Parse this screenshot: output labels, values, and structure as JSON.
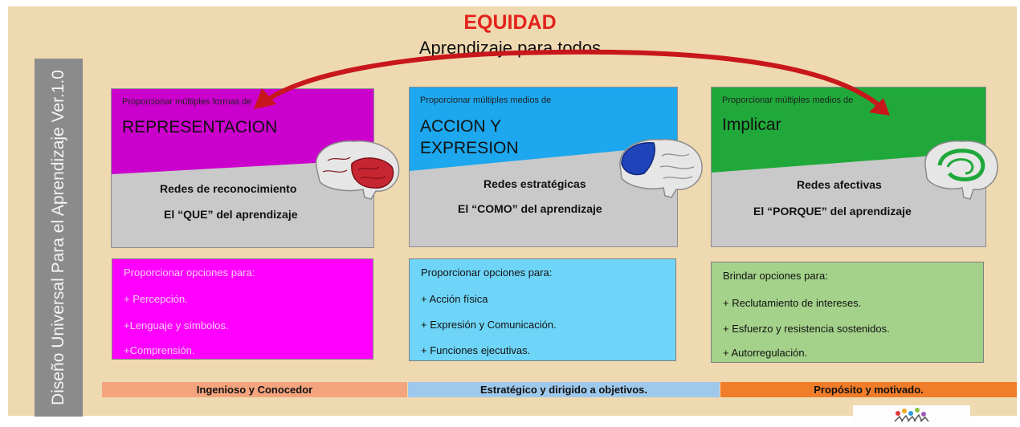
{
  "title": "EQUIDAD",
  "subtitle": "Aprendizaje para todos",
  "sidebar_label": "Diseño Universal Para el Aprendizaje Ver.1.0",
  "colors": {
    "background": "#efd9b1",
    "title": "#e3221b",
    "arrow": "#c8171c",
    "representation": "#cc00cc",
    "action": "#1ca7ee",
    "engagement": "#20a93a",
    "card_gray": "#c9c9c9"
  },
  "principles": [
    {
      "intro": "Proporcionar múltiples formas  de",
      "heading": "REPRESENTACION",
      "network": "Redes de reconocimiento",
      "what": "El “QUE” del aprendizaje",
      "brain_icon": "brain-temporal-lobe-icon",
      "options_title": "Proporcionar opciones para:",
      "options": [
        "+ Percepción.",
        "+Lenguaje y símbolos.",
        "+Comprensión."
      ],
      "band": "Ingenioso y Conocedor"
    },
    {
      "intro": "Proporcionar múltiples medios  de",
      "heading": "ACCION Y EXPRESION",
      "heading_lines": [
        "ACCION Y",
        "EXPRESION"
      ],
      "network": "Redes estratégicas",
      "what": "El “COMO” del aprendizaje",
      "brain_icon": "brain-frontal-lobe-icon",
      "options_title": "Proporcionar opciones para:",
      "options": [
        " + Acción física",
        "+ Expresión y Comunicación.",
        "+ Funciones ejecutivas."
      ],
      "band": "Estratégico y dirigido a objetivos."
    },
    {
      "intro": "Proporcionar múltiples medios  de",
      "heading": "Implicar",
      "network": "Redes  afectivas",
      "what": "El “PORQUE” del aprendizaje",
      "brain_icon": "brain-limbic-system-icon",
      "options_title": "Brindar opciones para:",
      "options": [
        "+ Reclutamiento de intereses.",
        "+ Esfuerzo y resistencia sostenidos.",
        "+ Autorregulación."
      ],
      "band": "Propósito y motivado."
    }
  ],
  "logo_icon": "colorful-people-logo-icon"
}
